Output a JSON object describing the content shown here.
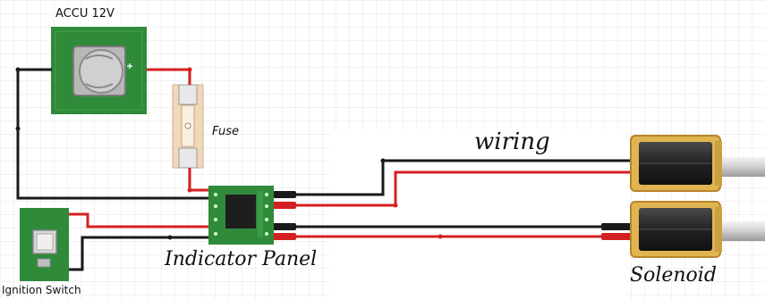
{
  "labels": {
    "battery": "ACCU 12V",
    "fuse": "Fuse",
    "wiring": "wiring",
    "panel": "Indicator Panel",
    "solenoid": "Solenoid",
    "ignition": "Ignition Switch"
  },
  "colors": {
    "pcb_green": "#2f8a3a",
    "wire_red": "#d42020",
    "wire_black": "#1a1a1a",
    "solenoid_gold": "#d8a43a",
    "grid": "#e6e6ec"
  }
}
